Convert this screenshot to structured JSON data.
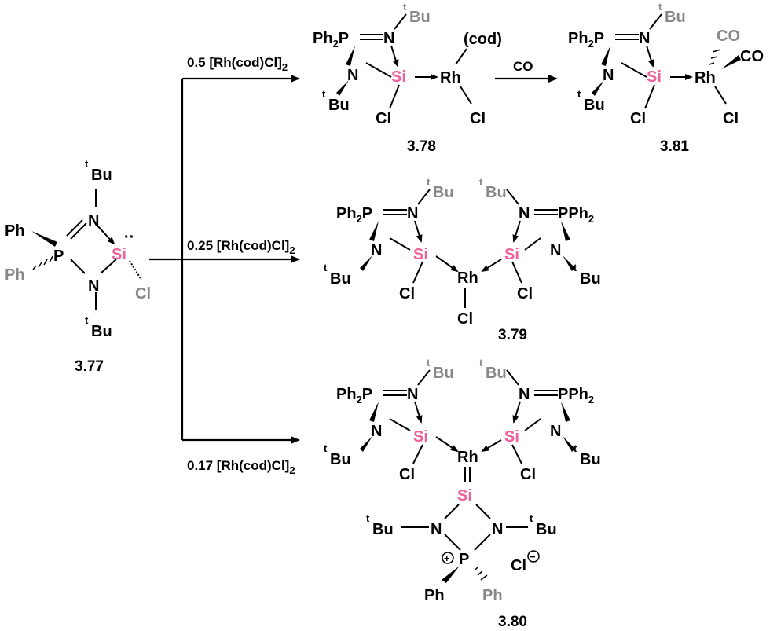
{
  "colors": {
    "silicon": "#f0609a",
    "back_group": "#888888",
    "bond": "#000000",
    "text": "#000000"
  },
  "glyphs": {
    "plus": "+",
    "minus": "−",
    "lone_pair": "··"
  },
  "atoms": {
    "ph": "Ph",
    "p": "P",
    "pph": "PPh",
    "two": "2",
    "n": "N",
    "si": "Si",
    "rh": "Rh",
    "cl": "Cl",
    "bu": "Bu",
    "t": "t",
    "co": "CO",
    "cod": "(cod)"
  },
  "reagents": {
    "r1_text": "0.5 [Rh(cod)Cl]",
    "r1_sub": "2",
    "r2_text": "0.25 [Rh(cod)Cl]",
    "r2_sub": "2",
    "r3_text": "0.17 [Rh(cod)Cl]",
    "r3_sub": "2",
    "co": "CO"
  },
  "compounds": {
    "c377": "3.77",
    "c378": "3.78",
    "c379": "3.79",
    "c380": "3.80",
    "c381": "3.81"
  }
}
